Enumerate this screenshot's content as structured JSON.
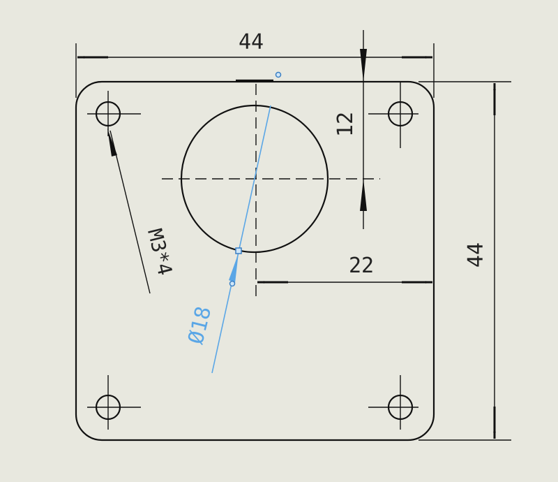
{
  "drawing": {
    "colors": {
      "background": "#e8e8df",
      "line": "#111111",
      "selected": "#5aa6e6"
    },
    "dimensions": {
      "top_width": "44",
      "right_height": "44",
      "center_offset_vertical": "12",
      "center_offset_horizontal": "22",
      "hole_callout": "M3*4",
      "bore_diameter": "Ø18"
    }
  }
}
